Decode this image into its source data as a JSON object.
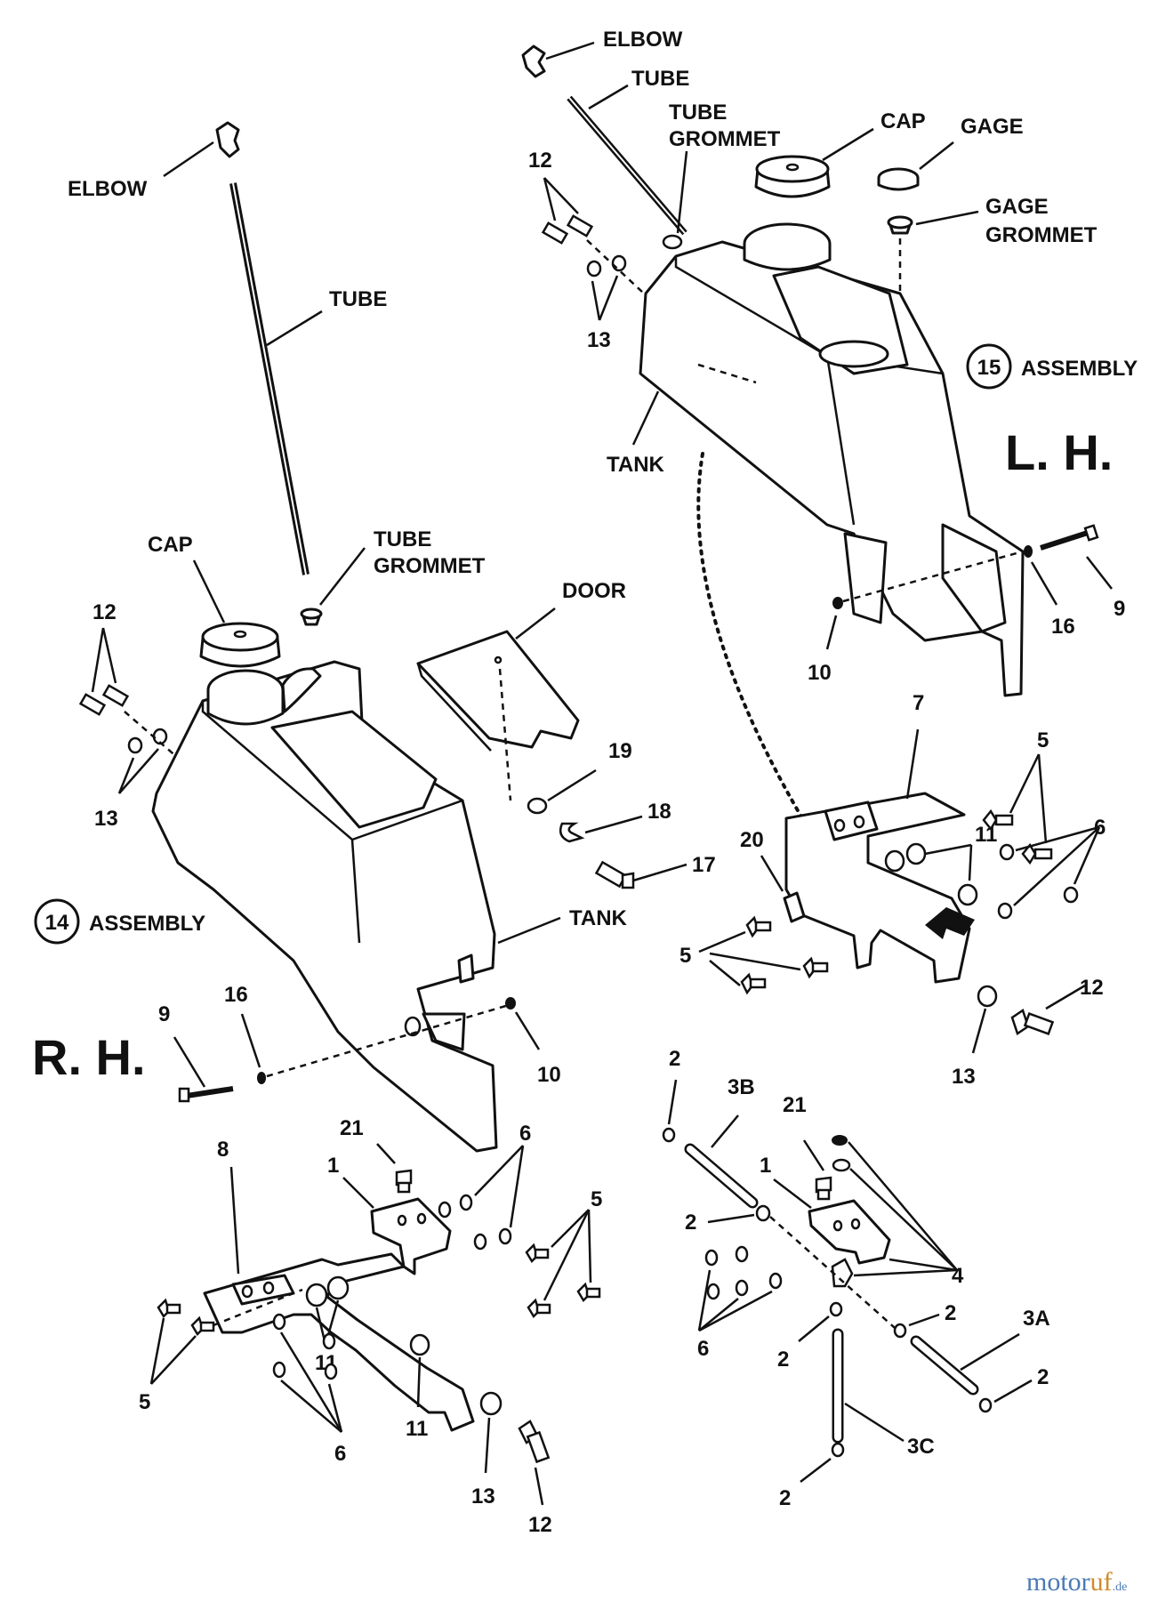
{
  "labels": {
    "elbow": "ELBOW",
    "tube": "TUBE",
    "tube_grommet_1": "TUBE",
    "tube_grommet_2": "GROMMET",
    "cap": "CAP",
    "gage": "GAGE",
    "gage_grommet_1": "GAGE",
    "gage_grommet_2": "GROMMET",
    "tank": "TANK",
    "door": "DOOR",
    "assembly": "ASSEMBLY",
    "lh": "L. H.",
    "rh": "R. H.",
    "n1": "1",
    "n2": "2",
    "n3a": "3A",
    "n3b": "3B",
    "n3c": "3C",
    "n4": "4",
    "n5": "5",
    "n6": "6",
    "n7": "7",
    "n8": "8",
    "n9": "9",
    "n10": "10",
    "n11": "11",
    "n12": "12",
    "n13": "13",
    "n14": "14",
    "n15": "15",
    "n16": "16",
    "n17": "17",
    "n18": "18",
    "n19": "19",
    "n20": "20",
    "n21": "21"
  },
  "watermark": {
    "part1": "motor",
    "part2": "uf",
    "suffix": ".de"
  }
}
